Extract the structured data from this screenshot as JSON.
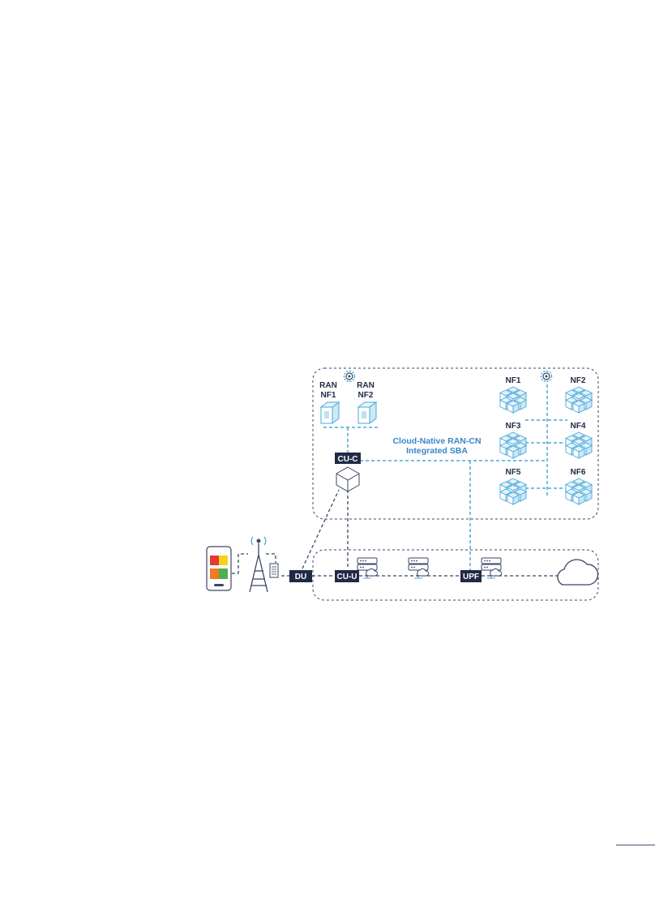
{
  "diagram": {
    "ran_nf1_line1": "RAN",
    "ran_nf1_line2": "NF1",
    "ran_nf2_line1": "RAN",
    "ran_nf2_line2": "NF2",
    "nf1": "NF1",
    "nf2": "NF2",
    "nf3": "NF3",
    "nf4": "NF4",
    "nf5": "NF5",
    "nf6": "NF6",
    "cuc": "CU-C",
    "cuu": "CU-U",
    "du": "DU",
    "upf": "UPF",
    "sba_line1": "Cloud-Native RAN-CN",
    "sba_line2": "Integrated SBA"
  },
  "colors": {
    "navy": "#1f2a44",
    "light_blue": "#4aa8d8",
    "sba_text": "#3a86c8",
    "dark_dash": "#3b4566",
    "app_red": "#e53935",
    "app_yellow": "#f4d21f",
    "app_orange": "#f07a25",
    "app_green": "#4caf50"
  }
}
